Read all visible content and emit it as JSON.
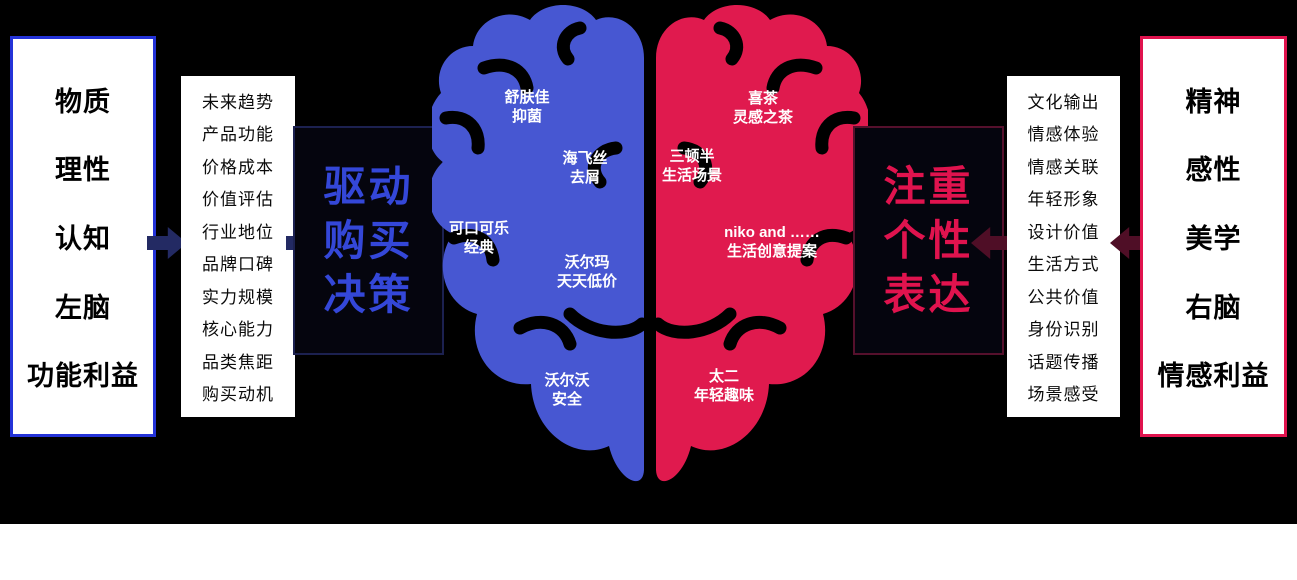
{
  "colors": {
    "background_panel": "#000000",
    "left_accent_blue": "#3447d8",
    "left_border_blue": "#2433d8",
    "right_accent_crimson": "#e0134e",
    "brain_left_blue": "#4757d2",
    "brain_right_crimson": "#e01a4e",
    "flow_arrow_left_side": "#232a63",
    "flow_arrow_right_side": "#4f0e26"
  },
  "icons": {
    "flow_arrow_right": "arrow-right-icon",
    "flow_arrow_left": "arrow-left-icon",
    "brain": "brain-hemispheres-illustration"
  },
  "left_flow": {
    "attributes": [
      "物质",
      "理性",
      "认知",
      "左脑",
      "功能利益"
    ],
    "factors": [
      "未来趋势",
      "产品功能",
      "价格成本",
      "价值评估",
      "行业地位",
      "品牌口碑",
      "实力规模",
      "核心能力",
      "品类焦距",
      "购买动机"
    ],
    "conclusion_lines": [
      "驱动",
      "购买",
      "决策"
    ]
  },
  "right_flow": {
    "attributes": [
      "精神",
      "感性",
      "美学",
      "右脑",
      "情感利益"
    ],
    "factors": [
      "文化输出",
      "情感体验",
      "情感关联",
      "年轻形象",
      "设计价值",
      "生活方式",
      "公共价值",
      "身份识别",
      "话题传播",
      "场景感受"
    ],
    "conclusion_lines": [
      "注重",
      "个性",
      "表达"
    ]
  },
  "brain": {
    "left_examples": [
      {
        "lines": [
          "舒肤佳",
          "抑菌"
        ]
      },
      {
        "lines": [
          "海飞丝",
          "去屑"
        ]
      },
      {
        "lines": [
          "可口可乐",
          "经典"
        ]
      },
      {
        "lines": [
          "沃尔玛",
          "天天低价"
        ]
      },
      {
        "lines": [
          "沃尔沃",
          "安全"
        ]
      }
    ],
    "right_examples": [
      {
        "lines": [
          "喜茶",
          "灵感之茶"
        ]
      },
      {
        "lines": [
          "三顿半",
          "生活场景"
        ]
      },
      {
        "lines": [
          "niko and ……",
          "生活创意提案"
        ]
      },
      {
        "lines": [
          "太二",
          "年轻趣味"
        ]
      }
    ]
  }
}
